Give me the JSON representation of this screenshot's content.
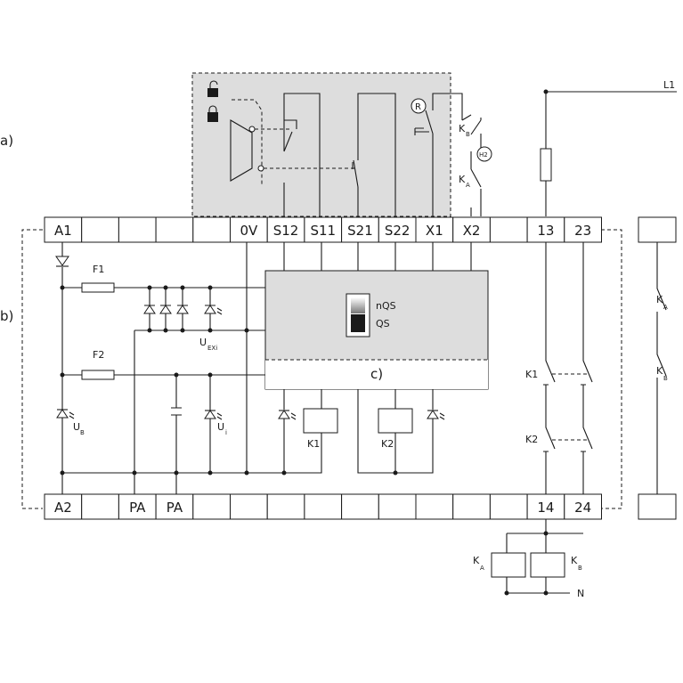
{
  "section_labels": {
    "a": "a)",
    "b": "b)",
    "c": "c)"
  },
  "top_terminals": [
    "A1",
    "",
    "",
    "",
    "",
    "0V",
    "S12",
    "S11",
    "S21",
    "S22",
    "X1",
    "X2",
    "",
    "13",
    "23"
  ],
  "bottom_terminals": [
    "A2",
    "",
    "PA",
    "PA",
    "",
    "",
    "",
    "",
    "",
    "",
    "",
    "",
    "",
    "14",
    "24"
  ],
  "fuses": {
    "f1": "F1",
    "f2": "F2"
  },
  "voltages": {
    "uexi_main": "U",
    "uexi_sub": "EXi",
    "ub_main": "U",
    "ub_sub": "B",
    "ui_main": "U",
    "ui_sub": "i"
  },
  "relays": {
    "k1": "K1",
    "k2": "K2"
  },
  "switch_labels": {
    "nqs": "nQS",
    "qs": "QS"
  },
  "sensor_labels": {
    "kb_main": "K",
    "kb_sub": "B",
    "ka_main": "K",
    "ka_sub": "A",
    "r": "R",
    "h2": "H2"
  },
  "supply": {
    "l1": "L1",
    "n": "N"
  },
  "contactors": {
    "ka_main": "K",
    "ka_sub": "A",
    "kb_main": "K",
    "kb_sub": "B"
  },
  "external_relays": {
    "ka_main": "K",
    "ka_sub": "A",
    "kb_main": "K",
    "kb_sub": "B"
  },
  "icons": [
    "unlock-icon",
    "lock-icon"
  ],
  "colors": {
    "line": "#1a1a1a",
    "shade": "#dddddd"
  }
}
